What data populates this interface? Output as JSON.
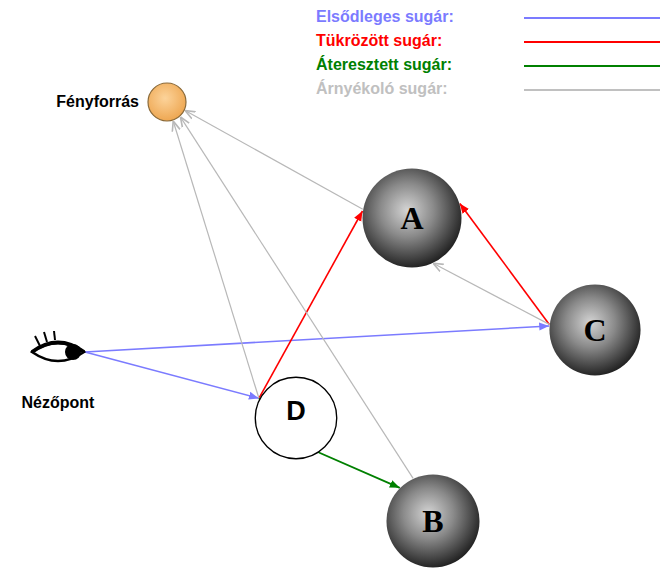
{
  "diagram": {
    "nodes": [
      {
        "text": [
          "Fényforrás"
        ]
      },
      {
        "text": [
          "A"
        ]
      },
      {
        "text": [
          "C"
        ]
      },
      {
        "text": [
          "Nézőpont"
        ]
      },
      {
        "text": [
          "D"
        ]
      },
      {
        "text": [
          "B"
        ]
      }
    ],
    "edges": [
      {
        "from": 3,
        "to": 2,
        "arrow": "to"
      },
      {
        "from": 3,
        "to": 4,
        "arrow": "to"
      },
      {
        "from": 4,
        "to": 1,
        "arrow": "to"
      },
      {
        "from": 2,
        "to": 1,
        "arrow": "to"
      },
      {
        "from": 4,
        "to": 5,
        "arrow": "to"
      },
      {
        "from": 1,
        "to": 0,
        "arrow": "to"
      },
      {
        "from": 2,
        "to": 1,
        "arrow": "to"
      },
      {
        "from": 4,
        "to": 0,
        "arrow": "to"
      },
      {
        "from": 5,
        "to": 0,
        "arrow": "to"
      }
    ],
    "legend": [
      {
        "text": "Elsődleges sugár:"
      },
      {
        "text": "Tükrözött sugár:"
      },
      {
        "text": "Áteresztett sugár:"
      },
      {
        "text": "Árnyékoló sugár:"
      }
    ]
  }
}
